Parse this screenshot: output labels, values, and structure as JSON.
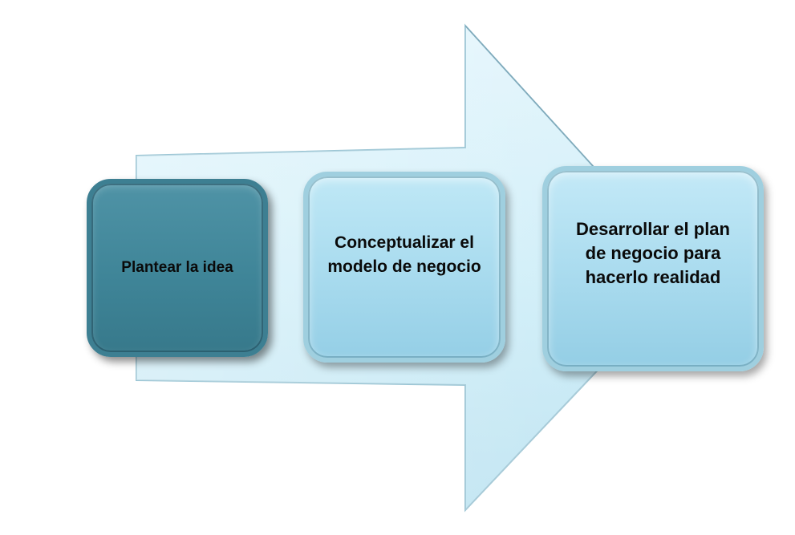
{
  "diagram": {
    "type": "process-arrow",
    "steps": [
      {
        "label": "Plantear la idea"
      },
      {
        "label": "Conceptualizar el\nmodelo de negocio"
      },
      {
        "label": "Desarrollar el plan\nde negocio para\nhacerlo realidad"
      }
    ]
  },
  "colors": {
    "arrow_fill": "#d3eff9",
    "arrow_outline": "#8fb8c8",
    "step_active": "#3f8598",
    "step_default": "#aadcef"
  }
}
